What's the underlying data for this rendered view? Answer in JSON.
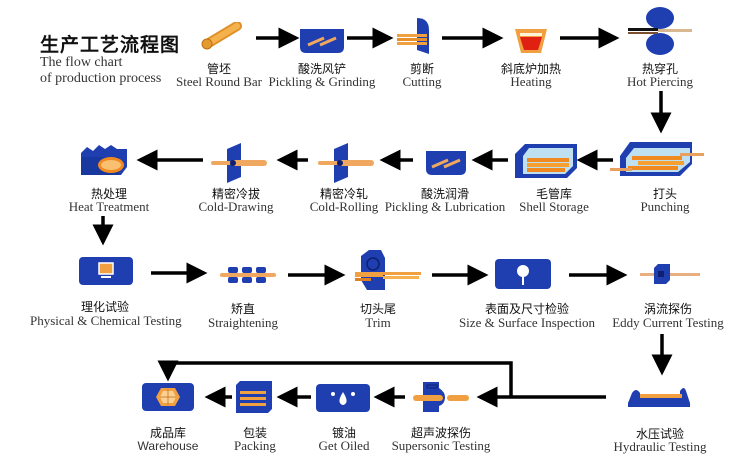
{
  "title": {
    "zh": "生产工艺流程图",
    "en_line1": "The flow chart",
    "en_line2": "of production process"
  },
  "colors": {
    "blue": "#1f3fb0",
    "orange": "#f0a040",
    "arrow": "#000000"
  },
  "steps": [
    {
      "zh": "管坯",
      "en": "Steel Round Bar",
      "icon": "steel-bar-icon"
    },
    {
      "zh": "酸洗风铲",
      "en": "Pickling & Grinding",
      "icon": "pickling-tank-icon"
    },
    {
      "zh": "剪断",
      "en": "Cutting",
      "icon": "cutter-icon"
    },
    {
      "zh": "斜底炉加热",
      "en": "Heating",
      "icon": "furnace-icon"
    },
    {
      "zh": "热穿孔",
      "en": "Hot Piercing",
      "icon": "piercing-rolls-icon"
    },
    {
      "zh": "打头",
      "en": "Punching",
      "icon": "punching-icon"
    },
    {
      "zh": "毛管库",
      "en": "Shell Storage",
      "icon": "shell-storage-icon"
    },
    {
      "zh": "酸洗润滑",
      "en": "Pickling & Lubrication",
      "icon": "lubrication-tank-icon"
    },
    {
      "zh": "精密冷轧",
      "en": "Cold-Rolling",
      "icon": "cold-rolling-icon"
    },
    {
      "zh": "精密冷拔",
      "en": "Cold-Drawing",
      "icon": "cold-drawing-icon"
    },
    {
      "zh": "热处理",
      "en": "Heat Treatment",
      "icon": "heat-treatment-icon"
    },
    {
      "zh": "理化试验",
      "en": "Physical & Chemical Testing",
      "icon": "monitor-icon"
    },
    {
      "zh": "矫直",
      "en": "Straightening",
      "icon": "straightener-icon"
    },
    {
      "zh": "切头尾",
      "en": "Trim",
      "icon": "trim-saw-icon"
    },
    {
      "zh": "表面及尺寸检验",
      "en": "Size & Surface Inspection",
      "icon": "inspection-icon"
    },
    {
      "zh": "涡流探伤",
      "en": "Eddy Current Testing",
      "icon": "eddy-current-icon"
    },
    {
      "zh": "水压试验",
      "en": "Hydraulic Testing",
      "icon": "hydraulic-bench-icon"
    },
    {
      "zh": "超声波探伤",
      "en": "Supersonic Testing",
      "icon": "ultrasonic-icon"
    },
    {
      "zh": "镀油",
      "en": "Get Oiled",
      "icon": "oil-drops-icon"
    },
    {
      "zh": "包装",
      "en": "Packing",
      "icon": "packing-box-icon"
    },
    {
      "zh": "成品库",
      "en": "Warehouse",
      "icon": "warehouse-icon"
    }
  ]
}
